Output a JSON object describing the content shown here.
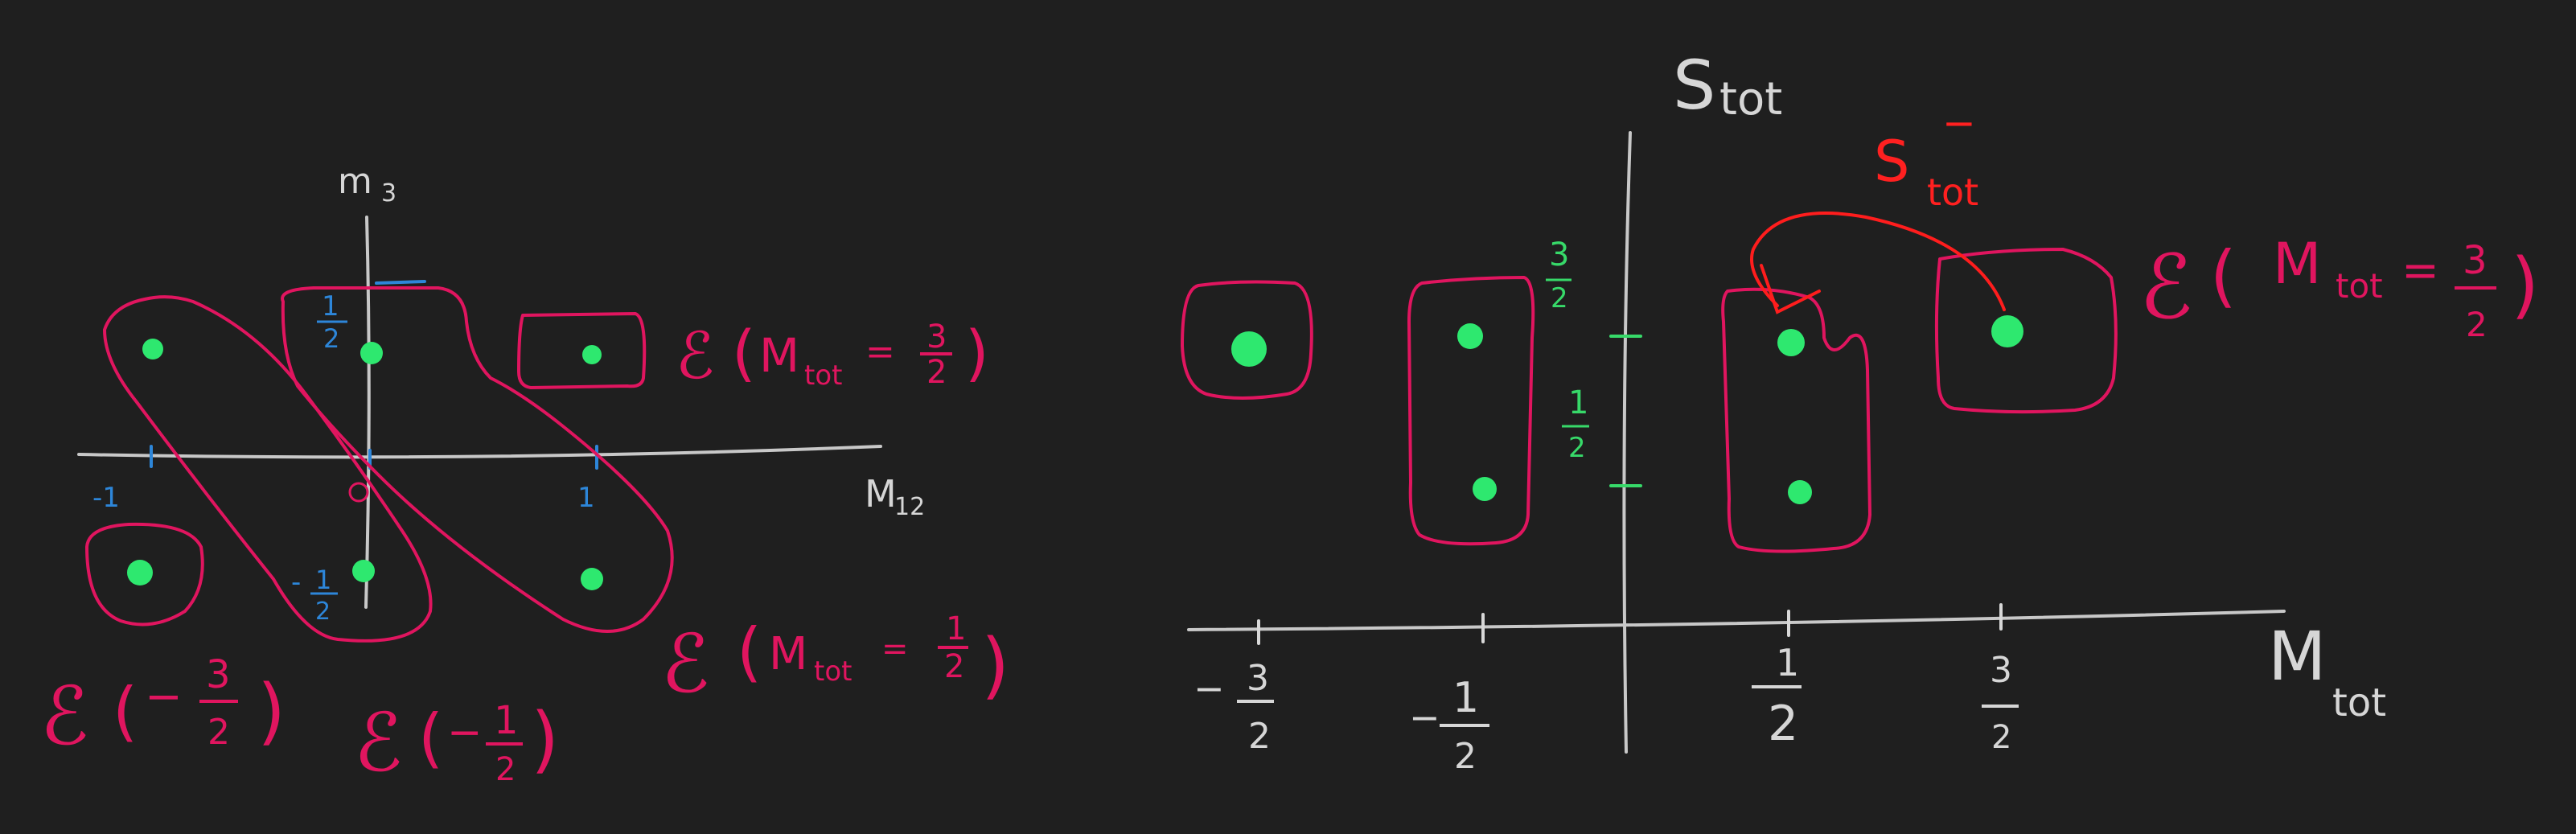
{
  "left": {
    "axis_x_label": "M",
    "axis_x_sub": "12",
    "axis_y_label": "m",
    "axis_y_sub": "3",
    "tick_minus_one": "-1",
    "tick_one": "1",
    "tick_half_num": "1",
    "tick_half_den": "2",
    "tick_minus_half_sign": "-",
    "tick_minus_half_num": "1",
    "tick_minus_half_den": "2",
    "sector_32": {
      "e": "ℰ",
      "open": "(",
      "m": "M",
      "sub": "tot",
      "eq": "=",
      "num": "3",
      "den": "2",
      "close": ")"
    },
    "sector_12": {
      "e": "ℰ",
      "open": "(",
      "m": "M",
      "sub": "tot",
      "eq": "=",
      "num": "1",
      "den": "2",
      "close": ")"
    },
    "sector_m32": {
      "e": "ℰ",
      "open": "(",
      "sign": "−",
      "num": "3",
      "den": "2",
      "close": ")"
    },
    "sector_m12": {
      "e": "ℰ",
      "open": "(",
      "sign": "−",
      "num": "1",
      "den": "2",
      "close": ")"
    }
  },
  "right": {
    "axis_y_label": "S",
    "axis_y_sub": "tot",
    "axis_x_label": "M",
    "axis_x_sub": "tot",
    "lowering_label": "S",
    "lowering_sup": "−",
    "lowering_sub": "tot",
    "y_tick_32": {
      "num": "3",
      "den": "2"
    },
    "y_tick_12": {
      "num": "1",
      "den": "2"
    },
    "x_ticks": [
      {
        "sign": "−",
        "num": "3",
        "den": "2"
      },
      {
        "sign": "−",
        "num": "1",
        "den": "2"
      },
      {
        "sign": "",
        "num": "1",
        "den": "2"
      },
      {
        "sign": "",
        "num": "3",
        "den": "2"
      }
    ],
    "sector_32": {
      "e": "ℰ",
      "open": "(",
      "m": "M",
      "sub": "tot",
      "eq": "=",
      "num": "3",
      "den": "2",
      "close": ")"
    }
  },
  "colors": {
    "background": "#1f1f1f",
    "axes": "#c8c8c8",
    "loops": "#e0155f",
    "dots": "#2ee86f",
    "ticks_left": "#2d86d9",
    "ticks_right_y": "#37d969",
    "arrow": "#ff1d1d"
  }
}
